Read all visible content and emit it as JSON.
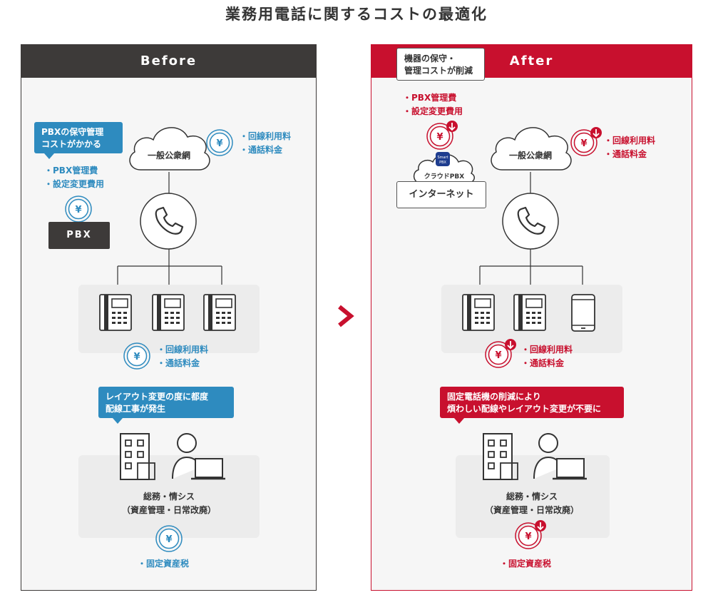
{
  "title": "業務用電話に関するコストの最適化",
  "before": {
    "header": "Before",
    "callout_pbx": [
      "PBXの保守管理",
      "コストがかかる"
    ],
    "pbx_costs": [
      "・PBX管理費",
      "・設定変更費用"
    ],
    "pbx_label": "PBX",
    "cloud_label": "一般公衆網",
    "network_costs": [
      "・回線利用料",
      "・通話料金"
    ],
    "device_costs": [
      "・回線利用料",
      "・通話料金"
    ],
    "callout_layout": [
      "レイアウト変更の度に都度",
      "配線工事が発生"
    ],
    "office_label": "総務・情シス",
    "office_sub": "（資産管理・日常改廃）",
    "tax": "・固定資産税"
  },
  "after": {
    "header": "After",
    "callout_pbx": [
      "機器の保守・",
      "管理コストが削減"
    ],
    "pbx_costs": [
      "・PBX管理費",
      "・設定変更費用"
    ],
    "cloudpbx_label": "クラウドPBX",
    "cloudpbx_logo": [
      "Smart",
      "PBX"
    ],
    "internet_label": "インターネット",
    "cloud_label": "一般公衆網",
    "network_costs": [
      "・回線利用料",
      "・通話料金"
    ],
    "device_costs": [
      "・回線利用料",
      "・通話料金"
    ],
    "callout_fixed": [
      "固定電話機の削減により",
      "煩わしい配線やレイアウト変更が不要に"
    ],
    "office_label": "総務・情シス",
    "office_sub": "（資産管理・日常改廃）",
    "tax": "・固定資産税"
  },
  "colors": {
    "dark": "#3d3a39",
    "red": "#c8102e",
    "blue": "#2e8bbf",
    "grey_bg": "#f6f6f6"
  }
}
